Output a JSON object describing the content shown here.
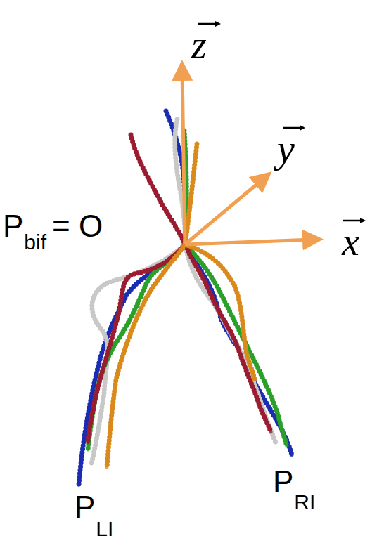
{
  "diagram": {
    "labels": [
      "z",
      "y",
      "x",
      "P",
      "bif",
      "= O",
      "P",
      "LI",
      "P",
      "RI"
    ]
  }
}
